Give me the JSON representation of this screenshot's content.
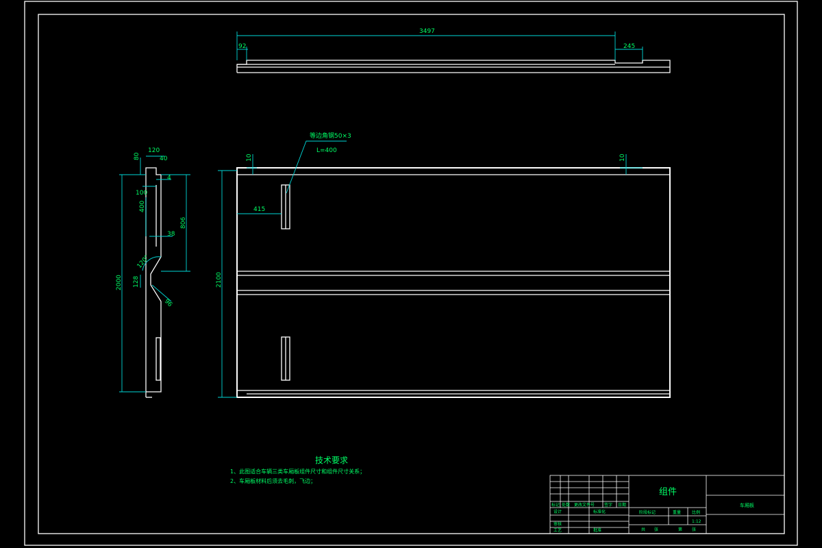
{
  "dimensions": {
    "top_length": "3497",
    "top_left_offset": "92",
    "top_right_offset": "245",
    "leader_label": "等边角钢50×3",
    "leader_length": "L=400",
    "front_top_left": "10",
    "front_top_right": "10",
    "front_slot_offset": "415",
    "front_height": "2100",
    "side_120": "120",
    "side_40": "40",
    "side_80": "80",
    "side_4": "4",
    "side_100": "100",
    "side_400": "400",
    "side_806": "806",
    "side_38": "38",
    "side_angle": "120°",
    "side_128": "128",
    "side_96": "96",
    "side_2000": "2000"
  },
  "notes": {
    "heading": "技术要求",
    "line1": "1、此图适合车辆三类车厢板组件尺寸和组件尺寸关系；",
    "line2": "2、车厢板材料后须去毛刺，飞边；"
  },
  "title_block": {
    "assembly_title": "组件",
    "drawing_name": "车厢板",
    "col_headers": [
      "标记",
      "处数",
      "更改文件号",
      "签字",
      "日期"
    ],
    "role_design": "设计",
    "role_std": "标准化",
    "role_check": "审核",
    "role_process": "工艺",
    "role_approve": "批准",
    "stage_label": "阶段标记",
    "weight_label": "重量",
    "scale_label": "比例",
    "scale_value": "1:12",
    "sheets_total": "共",
    "sheet_unit": "张",
    "sheet_no": "第",
    "sheet_unit2": "张"
  }
}
